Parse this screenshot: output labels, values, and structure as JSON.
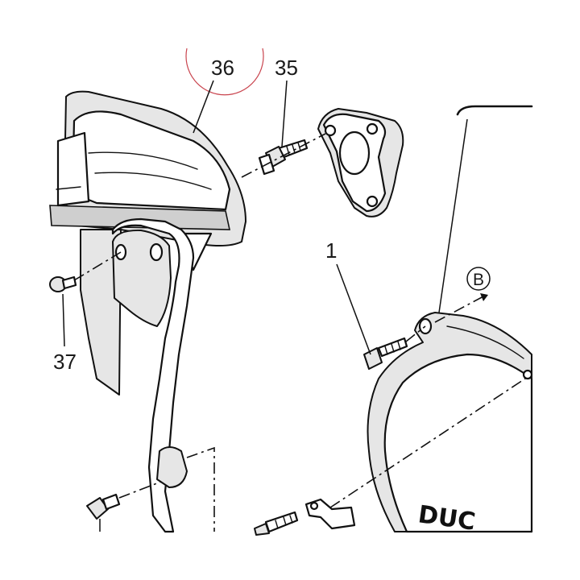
{
  "callouts": {
    "c36": "36",
    "c35": "35",
    "c37": "37",
    "c1": "1",
    "cB": "B"
  },
  "brand_text": "DUC",
  "colors": {
    "line": "#111111",
    "highlight_circle": "#c9444e",
    "shade": "#e6e6e6"
  }
}
